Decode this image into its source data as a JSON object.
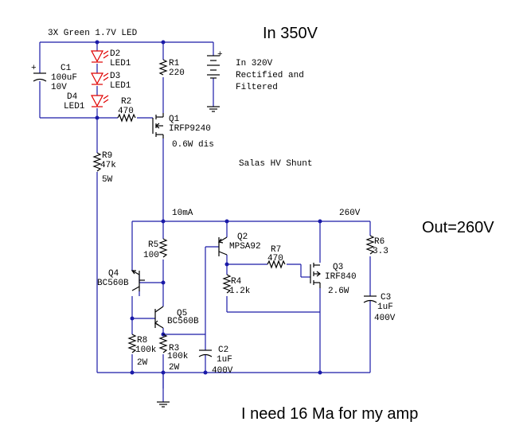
{
  "annotations": {
    "in_voltage": "In 350V",
    "out_voltage": "Out=260V",
    "need": "I need 16 Ma for my amp"
  },
  "labels": {
    "led_header": "3X Green 1.7V LED",
    "supply_line1": "In 320V",
    "supply_line2": "Rectified and",
    "supply_line3": "Filtered",
    "circuit_name": "Salas HV Shunt",
    "current": "10mA",
    "out_node": "260V",
    "q1_dissipation": "0.6W dis",
    "q3_dissipation": "2.6W"
  },
  "components": {
    "C1": {
      "ref": "C1",
      "value": "100uF",
      "rating": "10V",
      "polarity": "+"
    },
    "D2": {
      "ref": "D2",
      "value": "LED1"
    },
    "D3": {
      "ref": "D3",
      "value": "LED1"
    },
    "D4": {
      "ref": "D4",
      "value": "LED1"
    },
    "R1": {
      "ref": "R1",
      "value": "220"
    },
    "R2": {
      "ref": "R2",
      "value": "470"
    },
    "Q1": {
      "ref": "Q1",
      "value": "IRFP9240"
    },
    "BAT": {
      "polarity": "+"
    },
    "R9": {
      "ref": "R9",
      "value": "47k",
      "rating": "5W"
    },
    "R5": {
      "ref": "R5",
      "value": "100"
    },
    "Q4": {
      "ref": "Q4",
      "value": "BC560B"
    },
    "Q5": {
      "ref": "Q5",
      "value": "BC560B"
    },
    "R8": {
      "ref": "R8",
      "value": "100k",
      "rating": "2W"
    },
    "R3": {
      "ref": "R3",
      "value": "100k",
      "rating": "2W"
    },
    "C2": {
      "ref": "C2",
      "value": "1uF",
      "rating": "400V"
    },
    "Q2": {
      "ref": "Q2",
      "value": "MPSA92"
    },
    "R7": {
      "ref": "R7",
      "value": "470"
    },
    "R4": {
      "ref": "R4",
      "value": "1.2k"
    },
    "Q3": {
      "ref": "Q3",
      "value": "IRF840"
    },
    "R6": {
      "ref": "R6",
      "value": "3.3"
    },
    "C3": {
      "ref": "C3",
      "value": "1uF",
      "rating": "400V"
    }
  },
  "colors": {
    "wire": "#1a1aa8",
    "component": "#000000",
    "led": "#e00000"
  }
}
